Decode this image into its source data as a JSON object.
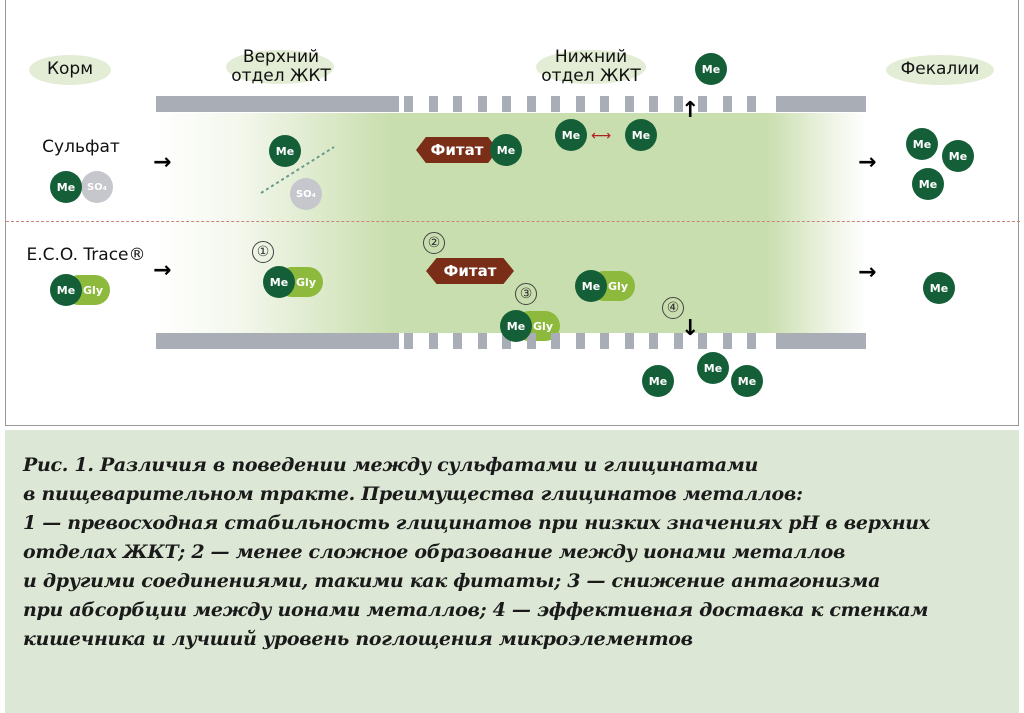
{
  "stages": {
    "feed": "Корм",
    "upper": [
      "Верхний",
      "отдел ЖКТ"
    ],
    "lower": [
      "Нижний",
      "отдел ЖКТ"
    ],
    "feces": "Фекалии"
  },
  "rows": {
    "sulfate": "Сульфат",
    "eco": "E.C.O. Trace®"
  },
  "molecules": {
    "me": "Me",
    "so4": "SO₄",
    "gly": "Gly",
    "phytate": "Фитат"
  },
  "numbers": [
    "①",
    "②",
    "③",
    "④"
  ],
  "colors": {
    "metal": "#155f38",
    "glycine": "#8dba3c",
    "phytate": "#7a2e18",
    "sulfate": "#c5c7cc",
    "lumen": "#c9deae",
    "wall": "#a9adb5"
  },
  "caption": [
    "Рис. 1. Различия в поведении между сульфатами и глицинатами",
    "в пищеварительном тракте. Преимущества глицинатов металлов:",
    "1 — превосходная стабильность глицинатов при низких значениях pH в верхних",
    "отделах ЖКТ; 2 — менее сложное образование между ионами металлов",
    "и другими соединениями, такими как фитаты; 3 — снижение антагонизма",
    "при абсорбции между ионами металлов; 4 — эффективная доставка к стенкам",
    "кишечника и лучший уровень поглощения микроэлементов"
  ]
}
